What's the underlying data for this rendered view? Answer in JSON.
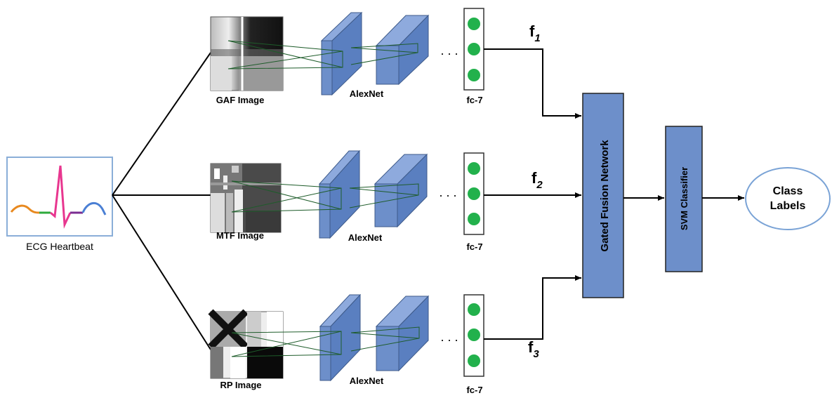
{
  "input": {
    "label": "ECG Heartbeat"
  },
  "branches": [
    {
      "image_label": "GAF Image",
      "cnn_label": "AlexNet",
      "fc_label": "fc-7",
      "feature": "f",
      "feature_sub": "1"
    },
    {
      "image_label": "MTF Image",
      "cnn_label": "AlexNet",
      "fc_label": "fc-7",
      "feature": "f",
      "feature_sub": "2"
    },
    {
      "image_label": "RP Image",
      "cnn_label": "AlexNet",
      "fc_label": "fc-7",
      "feature": "f",
      "feature_sub": "3"
    }
  ],
  "fusion": {
    "label": "Gated Fusion Network"
  },
  "classifier": {
    "label": "SVM Classifier"
  },
  "output": {
    "line1": "Class",
    "line2": "Labels"
  },
  "colors": {
    "block_fill": "#6d8fca",
    "block_stroke": "#3d5a8a",
    "node_fill": "#22b14c",
    "ecg_pink": "#e8368f",
    "ecg_orange": "#e8891f",
    "ecg_green": "#2eaa3b",
    "ecg_purple": "#7a2c91",
    "ecg_blue": "#4a7fd4"
  }
}
